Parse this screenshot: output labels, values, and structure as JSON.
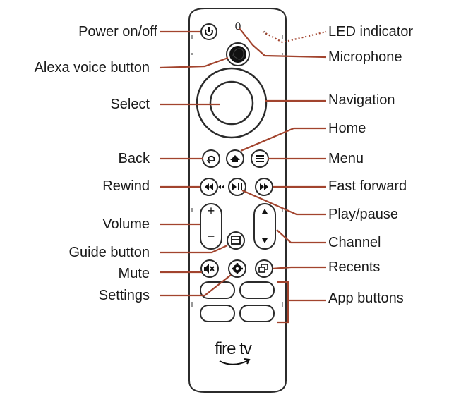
{
  "labels": {
    "power": "Power on/off",
    "alexa": "Alexa voice button",
    "select": "Select",
    "back": "Back",
    "rewind": "Rewind",
    "volume": "Volume",
    "guide": "Guide button",
    "mute": "Mute",
    "settings": "Settings",
    "led": "LED indicator",
    "microphone": "Microphone",
    "navigation": "Navigation",
    "home": "Home",
    "menu": "Menu",
    "fast_forward": "Fast forward",
    "play_pause": "Play/pause",
    "channel": "Channel",
    "recents": "Recents",
    "app_buttons": "App buttons"
  },
  "remote": {
    "brand": "fire tv",
    "volume_up": "+",
    "volume_down": "−"
  },
  "colors": {
    "leader_line": "#a2442e",
    "outline": "#2b2b2b",
    "text": "#1a1a1a"
  },
  "icons": [
    "power-icon",
    "alexa-icon",
    "back-icon",
    "home-icon",
    "menu-icon",
    "rewind-icon",
    "play-pause-icon",
    "fast-forward-icon",
    "guide-icon",
    "mute-icon",
    "settings-icon",
    "recents-icon",
    "channel-up-icon",
    "channel-down-icon",
    "amazon-smile-icon"
  ]
}
